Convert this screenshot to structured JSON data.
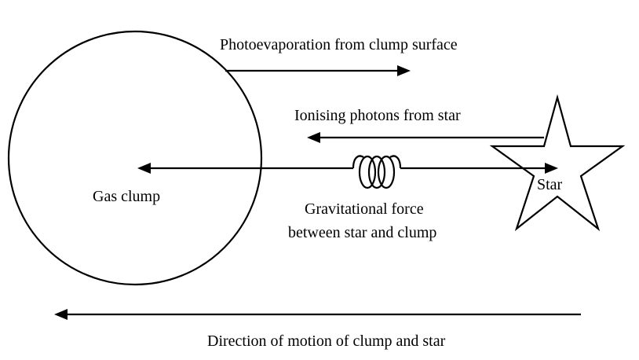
{
  "labels": {
    "photoevaporation": "Photoevaporation from clump surface",
    "ionising": "Ionising photons from star",
    "gas_clump": "Gas clump",
    "star": "Star",
    "gravity_line1": "Gravitational force",
    "gravity_line2": "between star and clump",
    "motion": "Direction of motion of clump and star"
  }
}
